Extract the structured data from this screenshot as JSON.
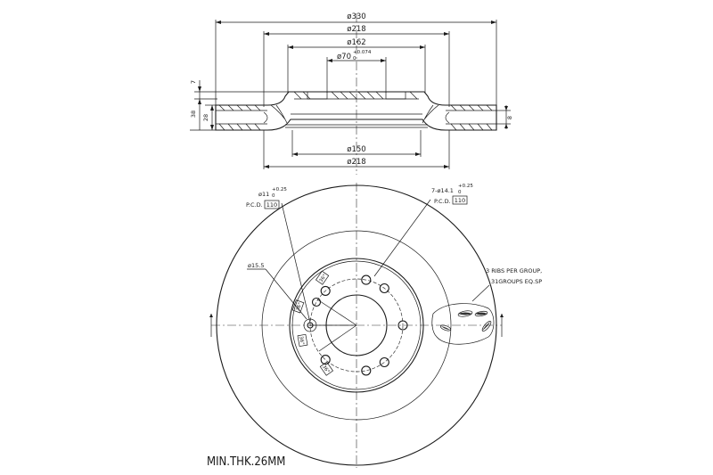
{
  "dims_top": {
    "d330": "ø330",
    "d218_top": "ø218",
    "d162": "ø162",
    "d70": "ø70",
    "d70_tol_upper": "+0.074",
    "d70_tol_lower": "0",
    "d150": "ø150",
    "d218_bottom": "ø218",
    "h7": "7",
    "h38": "38",
    "h28": "28",
    "h8": "8"
  },
  "plan_view": {
    "hole_small_label": "ø11",
    "hole_small_tol_upper": "+0.25",
    "hole_small_tol_lower": "0",
    "hole_small_pcd_prefix": "P.C.D.",
    "hole_small_pcd_value": "110",
    "hole_large_label": "7-ø14.1",
    "hole_large_tol_upper": "+0.25",
    "hole_large_tol_lower": "0",
    "hole_large_pcd_prefix": "P.C.D.",
    "hole_large_pcd_value": "110",
    "d15_5": "ø15.5",
    "ribs_line1": "3 RIBS PER GROUP,",
    "ribs_line2": "31GROUPS EQ.SP",
    "angle_label": "36°"
  },
  "footer": {
    "min_thickness": "MIN.THK.26MM"
  }
}
